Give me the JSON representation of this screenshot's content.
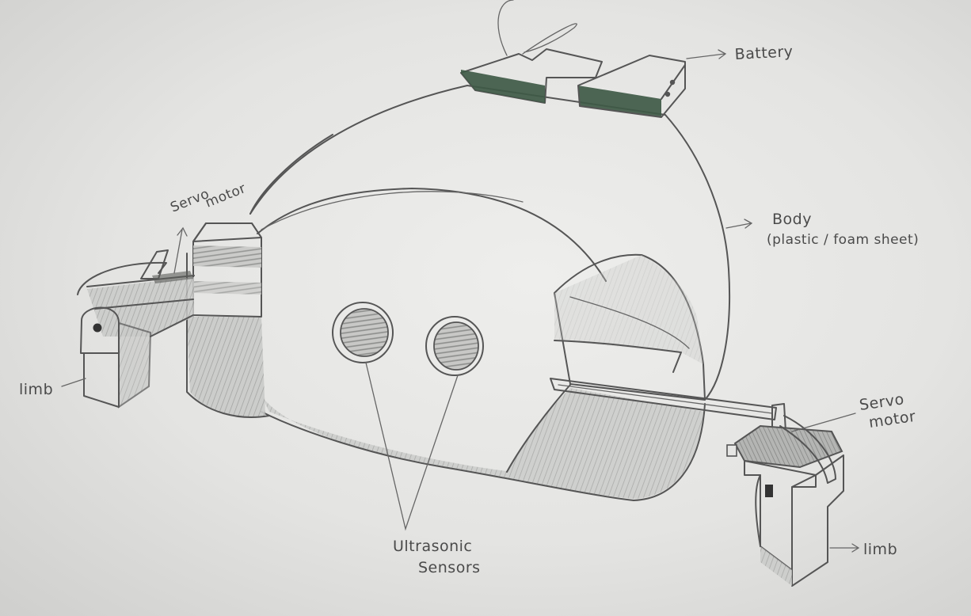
{
  "labels": {
    "battery": "Battery",
    "body_line1": "Body",
    "body_line2": "(plastic / foam sheet)",
    "servo_left_line1": "Servo",
    "servo_left_line2": "motor",
    "servo_right_line1": "Servo",
    "servo_right_line2": "motor",
    "limb_left": "limb",
    "limb_right": "limb",
    "sensors_line1": "Ultrasonic",
    "sensors_line2": "Sensors"
  },
  "colors": {
    "paper": "#e6e6e4",
    "pencil": "#555555",
    "battery_fill": "#3f5a47",
    "shade": "#a9aaa8"
  }
}
